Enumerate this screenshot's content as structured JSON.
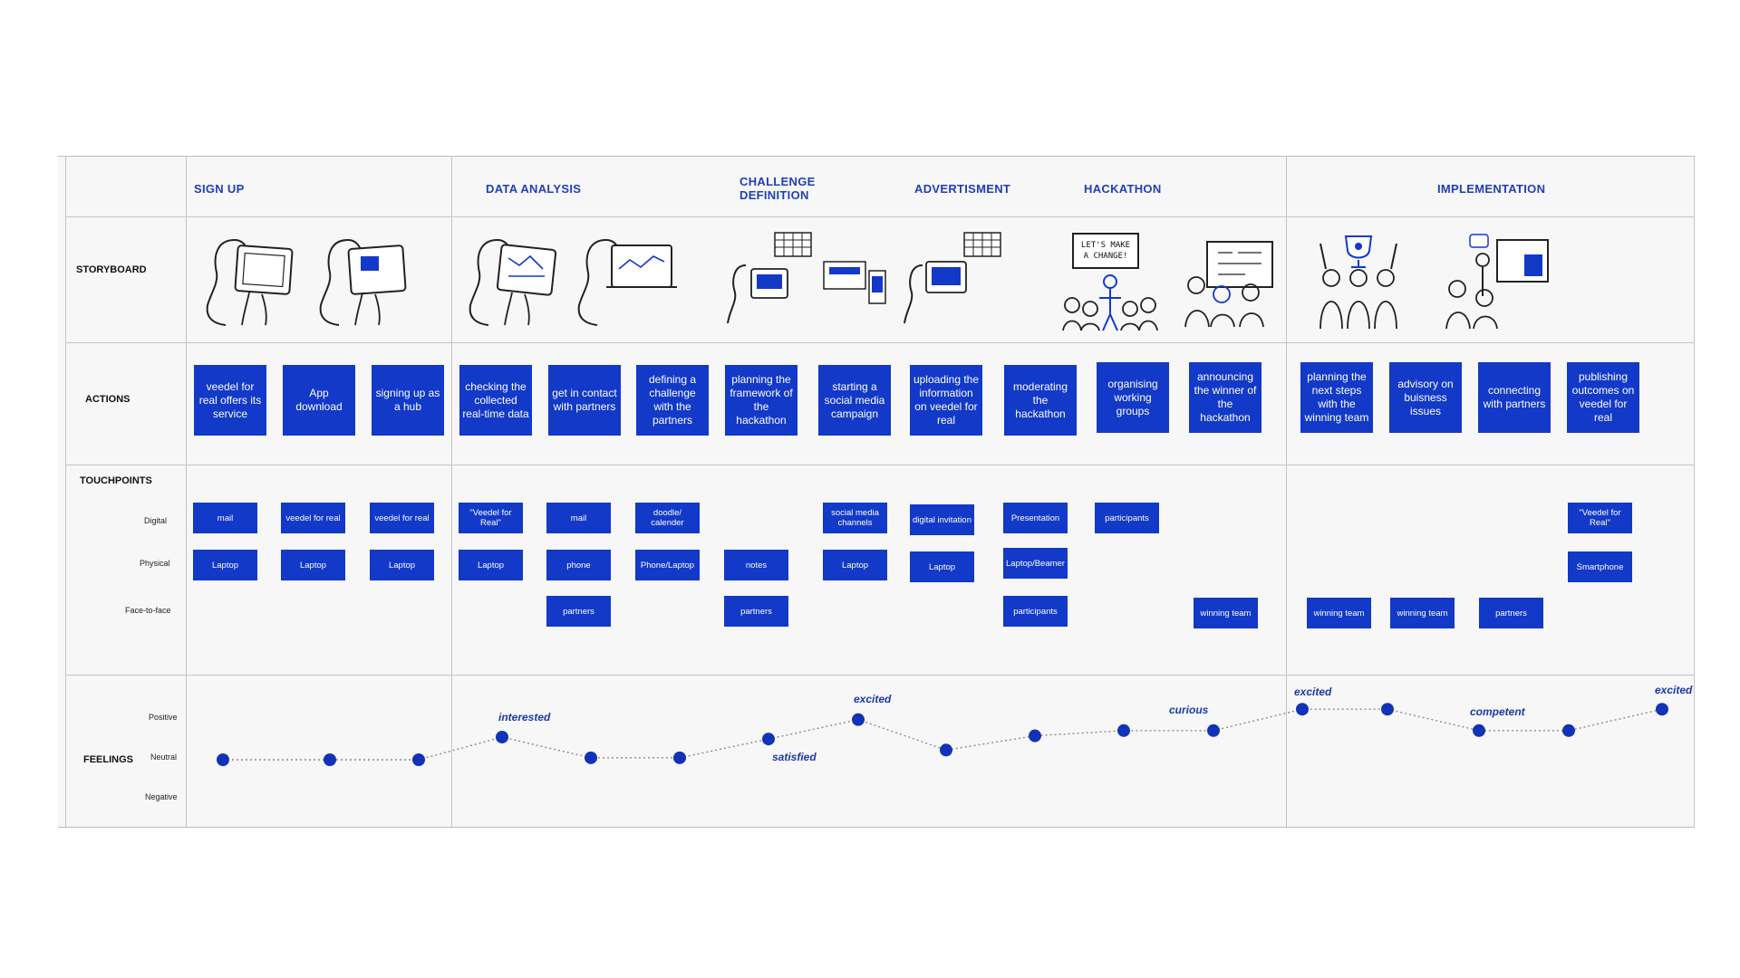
{
  "phases": {
    "sign_up": "SIGN UP",
    "data_analysis": "DATA ANALYSIS",
    "challenge_definition": "CHALLENGE\nDEFINITION",
    "advertisment": "ADVERTISMENT",
    "hackathon": "HACKATHON",
    "implementation": "IMPLEMENTATION"
  },
  "rows": {
    "storyboard": "STORYBOARD",
    "actions": "ACTIONS",
    "touchpoints": "TOUCHPOINTS",
    "feelings": "FEELINGS"
  },
  "touchpoint_channels": {
    "digital": "Digital",
    "physical": "Physical",
    "face_to_face": "Face-to-face"
  },
  "feeling_levels": {
    "positive": "Positive",
    "neutral": "Neutral",
    "negative": "Negative"
  },
  "storyboard_text": {
    "slogan": "LET'S MAKE\nA CHANGE!"
  },
  "actions": [
    "veedel for real offers its service",
    "App download",
    "signing up as a hub",
    "checking the collected real-time data",
    "get in contact with partners",
    "defining a challenge with the partners",
    "planning the framework of the hackathon",
    "starting a social media campaign",
    "uploading the information on veedel for real",
    "moderating the hackathon",
    "organising working groups",
    "announcing the winner of the hackathon",
    "planning the next steps with the winning team",
    "advisory on buisness issues",
    "connecting with partners",
    "publishing outcomes on veedel for real"
  ],
  "touchpoints": {
    "digital": [
      "mail",
      "veedel for real",
      "veedel for real",
      "\"Veedel for Real\"",
      "mail",
      "doodle/ calender",
      "social media channels",
      "digital invitation",
      "Presentation",
      "participants",
      "\"Veedel for Real\""
    ],
    "physical": [
      "Laptop",
      "Laptop",
      "Laptop",
      "Laptop",
      "phone",
      "Phone/Laptop",
      "notes",
      "Laptop",
      "Laptop",
      "Laptop/Beamer",
      "Smartphone"
    ],
    "face_to_face": [
      "partners",
      "partners",
      "participants",
      "winning team",
      "winning team",
      "winning team",
      "partners"
    ]
  },
  "feelings": {
    "levels": [
      0.0,
      0.0,
      0.0,
      0.35,
      0.03,
      0.03,
      0.32,
      0.62,
      0.15,
      0.37,
      0.45,
      0.45,
      0.78,
      0.78,
      0.45,
      0.45,
      0.78
    ],
    "labels": [
      "interested",
      "satisfied",
      "excited",
      "curious",
      "excited",
      "competent",
      "excited"
    ]
  },
  "colors": {
    "card": "#1239c8",
    "heading": "#1f3fb8",
    "dot": "#1232b8",
    "grid": "#c4c4c4",
    "board": "#f7f7f7"
  }
}
